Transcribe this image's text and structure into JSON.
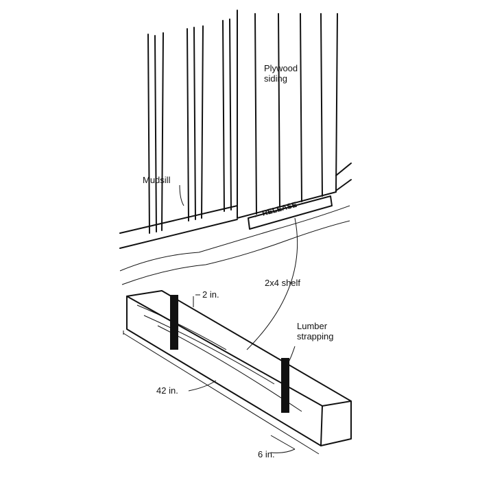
{
  "labels": {
    "plywood_line1": "Plywood",
    "plywood_line2": "siding",
    "mudsill": "Mudsill",
    "release": "← RELEASE",
    "shelf": "2x4 shelf",
    "two_in": "2 in.",
    "lumber_line1": "Lumber",
    "lumber_line2": "strapping",
    "forty_two_in": "42 in.",
    "six_in": "6 in."
  }
}
